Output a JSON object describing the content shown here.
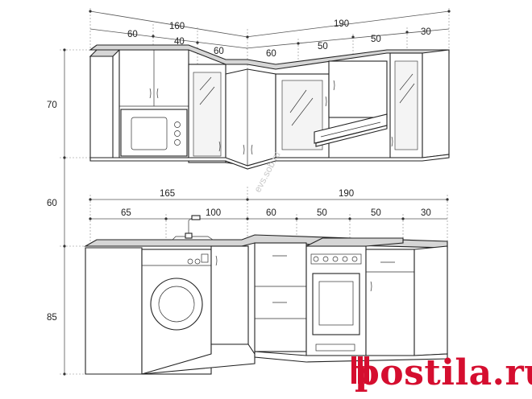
{
  "dimensions": {
    "upper_left_total": "160",
    "upper_left_60": "60",
    "upper_left_40": "40",
    "upper_corner_60": "60",
    "upper_right_total": "190",
    "upper_right_60": "60",
    "upper_right_50a": "50",
    "upper_right_50b": "50",
    "upper_right_30": "30",
    "upper_height_70": "70",
    "gap_height_60": "60",
    "base_height_85": "85",
    "base_left_total": "165",
    "base_left_65": "65",
    "base_left_100": "100",
    "base_right_total": "190",
    "base_right_60": "60",
    "base_right_50a": "50",
    "base_right_50b": "50",
    "base_right_30": "30"
  },
  "watermark": {
    "site_vertical": "evs.sob.ru",
    "brand_logo": "postila.ru"
  },
  "colors": {
    "accent": "#d50e2f",
    "line": "#222222"
  }
}
